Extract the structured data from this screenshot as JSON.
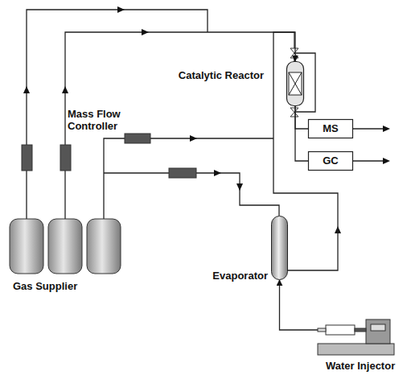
{
  "diagram": {
    "nodes": [
      {
        "text": [
          "Catalytic Reactor"
        ]
      },
      {
        "text": [
          "MS"
        ]
      },
      {
        "text": [
          "GC"
        ]
      },
      {
        "text": [
          "Evaporator"
        ]
      },
      {
        "text": [
          "Water Injector"
        ]
      }
    ],
    "edges": [
      {
        "from": 0,
        "to": 1,
        "arrow": "none"
      },
      {
        "from": 0,
        "to": 2,
        "arrow": "none"
      },
      {
        "from": 4,
        "to": 3,
        "arrow": "to"
      },
      {
        "from": 3,
        "to": 0,
        "arrow": "to"
      }
    ],
    "labels": [
      "Gas Supplier",
      "Mass Flow Controller"
    ]
  }
}
